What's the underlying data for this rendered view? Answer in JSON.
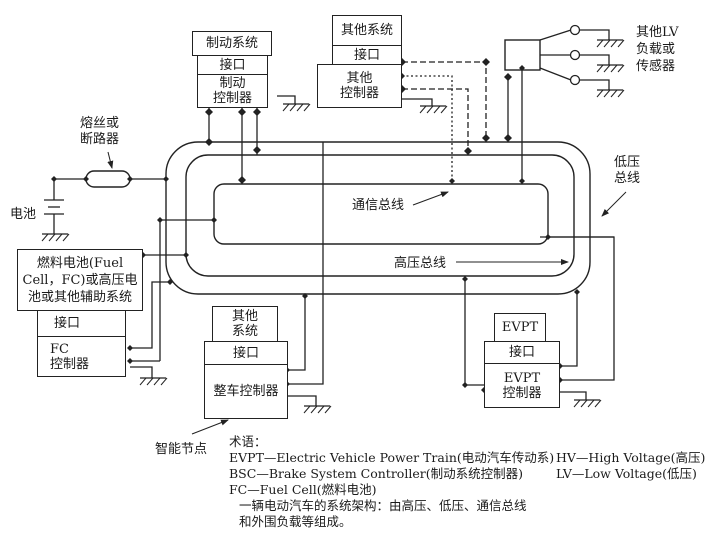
{
  "diagram": {
    "buses": {
      "low_voltage": "低压\n总线",
      "high_voltage": "高压总线",
      "communication": "通信总线"
    },
    "nodes": {
      "brake": {
        "system": "制动系统",
        "interface": "接口",
        "controller_l1": "制动",
        "controller_l2": "控制器"
      },
      "other_top": {
        "system": "其他系统",
        "interface": "接口",
        "controller_l1": "其他",
        "controller_l2": "控制器"
      },
      "lv_loads": {
        "label_l1": "其他LV",
        "label_l2": "负载或",
        "label_l3": "传感器"
      },
      "fuse": {
        "label_l1": "熔丝或",
        "label_l2": "断路器"
      },
      "battery": {
        "label": "电池"
      },
      "fuel_cell": {
        "system_l1": "燃料电池(Fuel",
        "system_l2": "Cell，FC)或高压电",
        "system_l3": "池或其他辅助系统",
        "interface": "接口",
        "controller_l1": "FC",
        "controller_l2": "控制器"
      },
      "vehicle": {
        "system_l1": "其他",
        "system_l2": "系统",
        "interface": "接口",
        "controller": "整车控制器"
      },
      "evpt": {
        "system": "EVPT",
        "interface": "接口",
        "controller_l1": "EVPT",
        "controller_l2": "控制器"
      }
    },
    "smart_node_label": "智能节点",
    "glossary": {
      "title": "术语：",
      "items": [
        "EVPT—Electric Vehicle Power Train(电动汽车传动系)",
        "BSC—Brake System Controller(制动系统控制器)",
        "FC—Fuel Cell(燃料电池)"
      ],
      "right_items": [
        "HV—High Voltage(高压)",
        "LV—Low Voltage(低压)"
      ],
      "caption_l1": "一辆电动汽车的系统架构：由高压、低压、通信总线",
      "caption_l2": "和外围负载等组成。"
    },
    "colors": {
      "line": "#222222",
      "background": "#ffffff"
    }
  }
}
